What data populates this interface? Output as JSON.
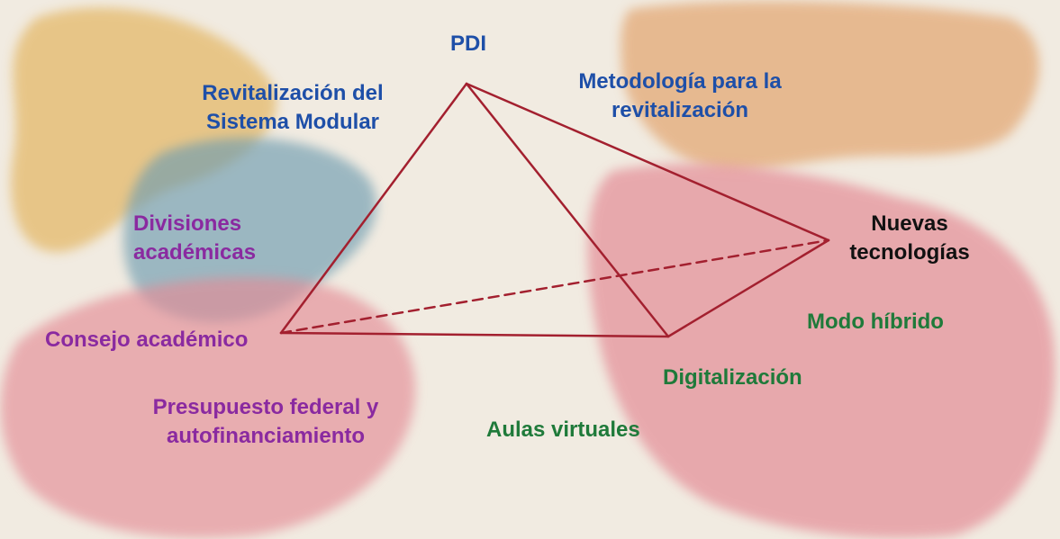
{
  "colors": {
    "background": "#f1ebe1",
    "edge": "#a3202f",
    "blue_text": "#1e4fa8",
    "purple_text": "#8a2aa0",
    "green_text": "#1f7a3a",
    "black_text": "#111111",
    "orange_blob": "#e3a976",
    "yellow_blob": "#e4b96b",
    "blue_blob": "#6e9cb0",
    "pink_blob": "#e48c96"
  },
  "nodes": {
    "pdi": "PDI",
    "consejo": "Consejo académico",
    "digitalizacion": "Digitalización",
    "nuevas_tecnologias": [
      "Nuevas",
      "tecnologías"
    ]
  },
  "labels": {
    "revitalizacion": [
      "Revitalización del",
      "Sistema Modular"
    ],
    "metodologia": [
      "Metodología para la",
      "revitalización"
    ],
    "divisiones": [
      "Divisiones",
      "académicas"
    ],
    "presupuesto": [
      "Presupuesto federal y",
      "autofinanciamiento"
    ],
    "aulas": "Aulas virtuales",
    "modo_hibrido": "Modo híbrido"
  },
  "edges": [
    {
      "from": "PDI",
      "to": "Consejo académico",
      "style": "solid"
    },
    {
      "from": "PDI",
      "to": "Digitalización",
      "style": "solid"
    },
    {
      "from": "PDI",
      "to": "Nuevas tecnologías",
      "style": "solid"
    },
    {
      "from": "Consejo académico",
      "to": "Digitalización",
      "style": "solid"
    },
    {
      "from": "Digitalización",
      "to": "Nuevas tecnologías",
      "style": "solid"
    },
    {
      "from": "Consejo académico",
      "to": "Nuevas tecnologías",
      "style": "dashed"
    }
  ]
}
